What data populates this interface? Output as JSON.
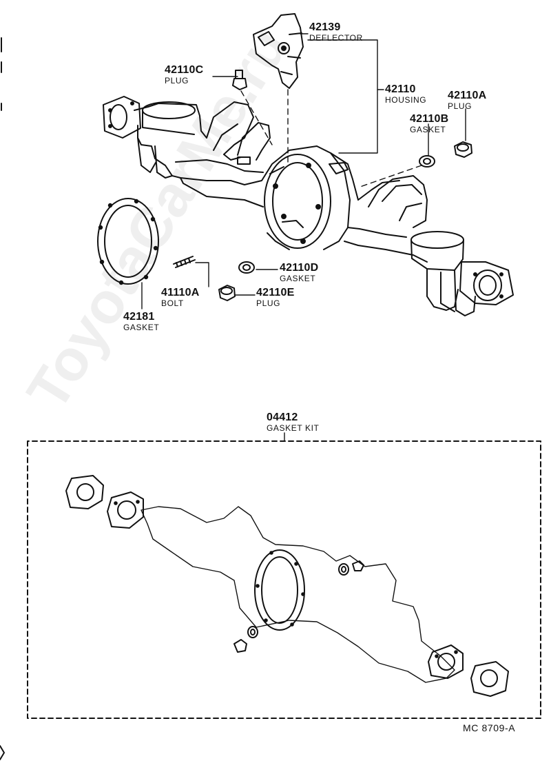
{
  "watermark": "ToyotaCarMe.ru",
  "callouts": {
    "deflector": {
      "part_no": "42139",
      "name": "DEFLECTOR"
    },
    "plug_c": {
      "part_no": "42110C",
      "name": "PLUG"
    },
    "housing": {
      "part_no": "42110",
      "name": "HOUSING"
    },
    "plug_a": {
      "part_no": "42110A",
      "name": "PLUG"
    },
    "gasket_b": {
      "part_no": "42110B",
      "name": "GASKET"
    },
    "gasket_d": {
      "part_no": "42110D",
      "name": "GASKET"
    },
    "bolt": {
      "part_no": "41110A",
      "name": "BOLT"
    },
    "plug_e": {
      "part_no": "42110E",
      "name": "PLUG"
    },
    "gasket_42181": {
      "part_no": "42181",
      "name": "GASKET"
    },
    "gasket_kit": {
      "part_no": "04412",
      "name": "GASKET KIT"
    }
  },
  "drawing_code": "MC  8709-A",
  "colors": {
    "ink": "#111111",
    "paper": "#ffffff",
    "watermark": "#787878"
  }
}
